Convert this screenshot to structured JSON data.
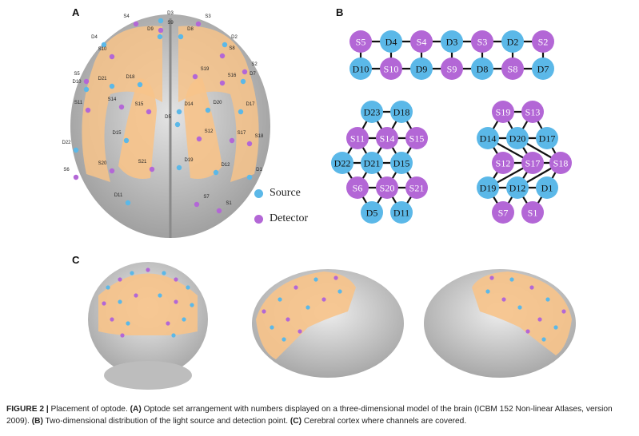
{
  "panels": {
    "a": "A",
    "b": "B",
    "c": "C"
  },
  "legend": {
    "source": "Source",
    "detector": "Detector"
  },
  "colors": {
    "source": "#5bb8e8",
    "detector": "#b367d6",
    "cortex": "#f7c38a",
    "brain": "#cfcfcf"
  },
  "caption": {
    "lead": "FIGURE 2 | ",
    "text1": "Placement of optode. ",
    "a_label": "(A)",
    "a_text": " Optode set arrangement with numbers displayed on a three-dimensional model of the brain (ICBM 152 Non-linear Atlases, version 2009). ",
    "b_label": "(B)",
    "b_text": " Two-dimensional distribution of the light source and detection point. ",
    "c_label": "(C)",
    "c_text": " Cerebral cortex where channels are covered."
  },
  "brain_labels": [
    "D3",
    "S4",
    "S9",
    "S3",
    "D9",
    "D8",
    "D4",
    "S10",
    "D2",
    "S8",
    "S5",
    "D10",
    "S2",
    "D7",
    "D21",
    "D18",
    "S19",
    "S16",
    "S11",
    "S14",
    "S15",
    "D14",
    "D20",
    "D17",
    "D15",
    "S12",
    "S17",
    "S18",
    "D22",
    "S20",
    "S21",
    "D19",
    "D12",
    "S6",
    "D1",
    "D11",
    "S7",
    "S1",
    "D5"
  ],
  "graph_b": {
    "top_row1": [
      "S5",
      "D4",
      "S4",
      "D3",
      "S3",
      "D2",
      "S2"
    ],
    "top_row2": [
      "D10",
      "S10",
      "D9",
      "S9",
      "D8",
      "S8",
      "D7"
    ],
    "left": [
      "D23",
      "D18",
      "S11",
      "S14",
      "S15",
      "D22",
      "D21",
      "D15",
      "S6",
      "S20",
      "S21",
      "D5",
      "D11"
    ],
    "right": [
      "S19",
      "S13",
      "D14",
      "D20",
      "D17",
      "S12",
      "S17",
      "S18",
      "D19",
      "D12",
      "D1",
      "S7",
      "S1"
    ]
  }
}
